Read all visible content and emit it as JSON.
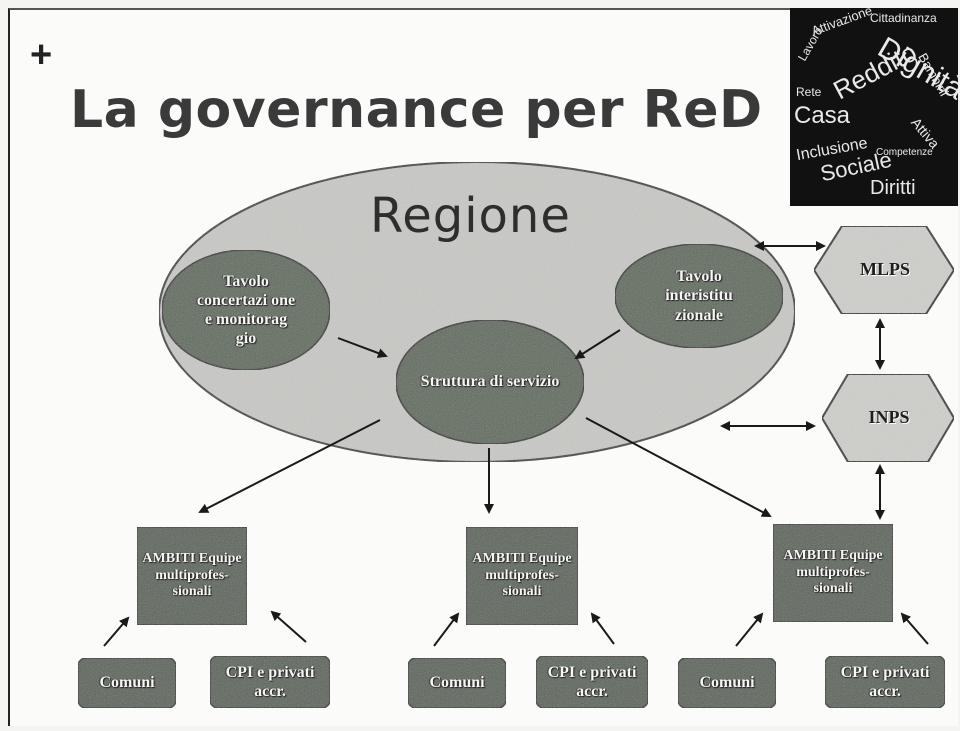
{
  "slide": {
    "plus": "+",
    "title": "La governance per ReD"
  },
  "wordcloud": {
    "words": [
      "Attivazione",
      "Cittadinanza",
      "Reddito",
      "Dignità",
      "Casa",
      "Rete",
      "Inclusione",
      "Sociale",
      "Diritti",
      "Bambini",
      "Lavoro",
      "Competenze",
      "Attiva"
    ]
  },
  "diagram": {
    "region_label": "Regione",
    "tavolo_concertazione": "Tavolo concertazi one e monitorag gio",
    "tavolo_interistituzionale": "Tavolo interistitu zionale",
    "struttura": "Struttura di servizio",
    "mlps": "MLPS",
    "inps": "INPS",
    "ambiti": [
      {
        "label": "AMBITI Equipe multiprofes- sionali"
      },
      {
        "label": "AMBITI Equipe multiprofes- sionali"
      },
      {
        "label": "AMBITI Equipe multiprofes- sionali"
      }
    ],
    "comuni": [
      "Comuni",
      "Comuni",
      "Comuni"
    ],
    "cpi": [
      "CPI e privati accr.",
      "CPI e privati accr.",
      "CPI e privati accr."
    ]
  },
  "colors": {
    "region_fill": "#c9c9c6",
    "node_fill": "#5e6a5c",
    "box_fill": "#5a6458",
    "hex_fill": "#cfd0cc"
  }
}
